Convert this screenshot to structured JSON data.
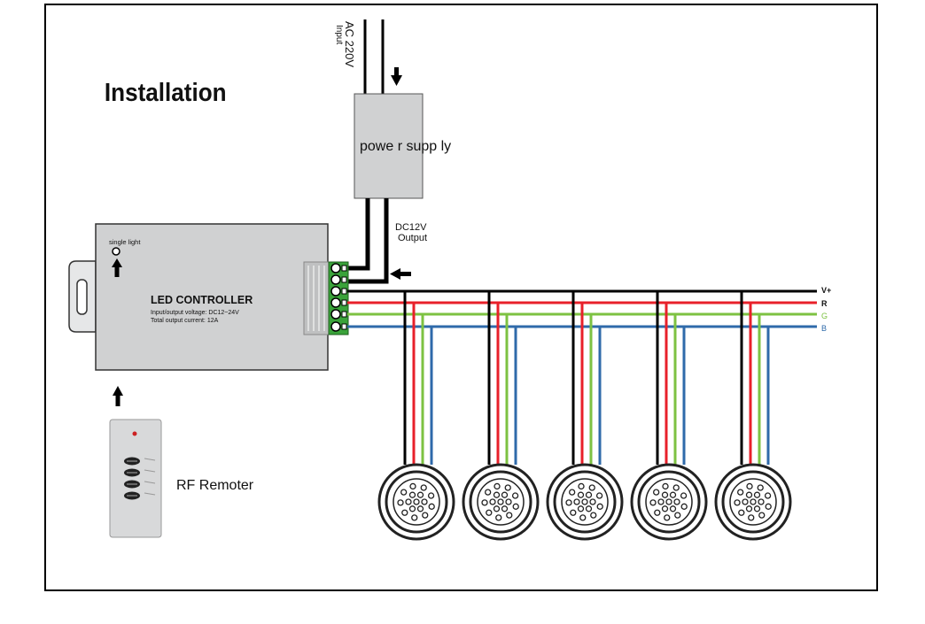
{
  "title": "Installation",
  "ac_input": {
    "line1": "AC 220V",
    "line2": "Input"
  },
  "power_supply": {
    "label": "powe r supp ly"
  },
  "dc_output": {
    "line1": "DC12V",
    "line2": "Output"
  },
  "controller": {
    "indicator_label": "single light",
    "name": "LED CONTROLLER",
    "spec_voltage": "Input/output voltage: DC12~24V",
    "spec_current": "Total output current: 12A"
  },
  "remote": {
    "label": "RF Remoter"
  },
  "bus_labels": [
    "V+",
    "R",
    "G",
    "B"
  ],
  "bus_colors": [
    "#000000",
    "#e8202a",
    "#7dc242",
    "#2f6aaa"
  ],
  "light_count": 5
}
